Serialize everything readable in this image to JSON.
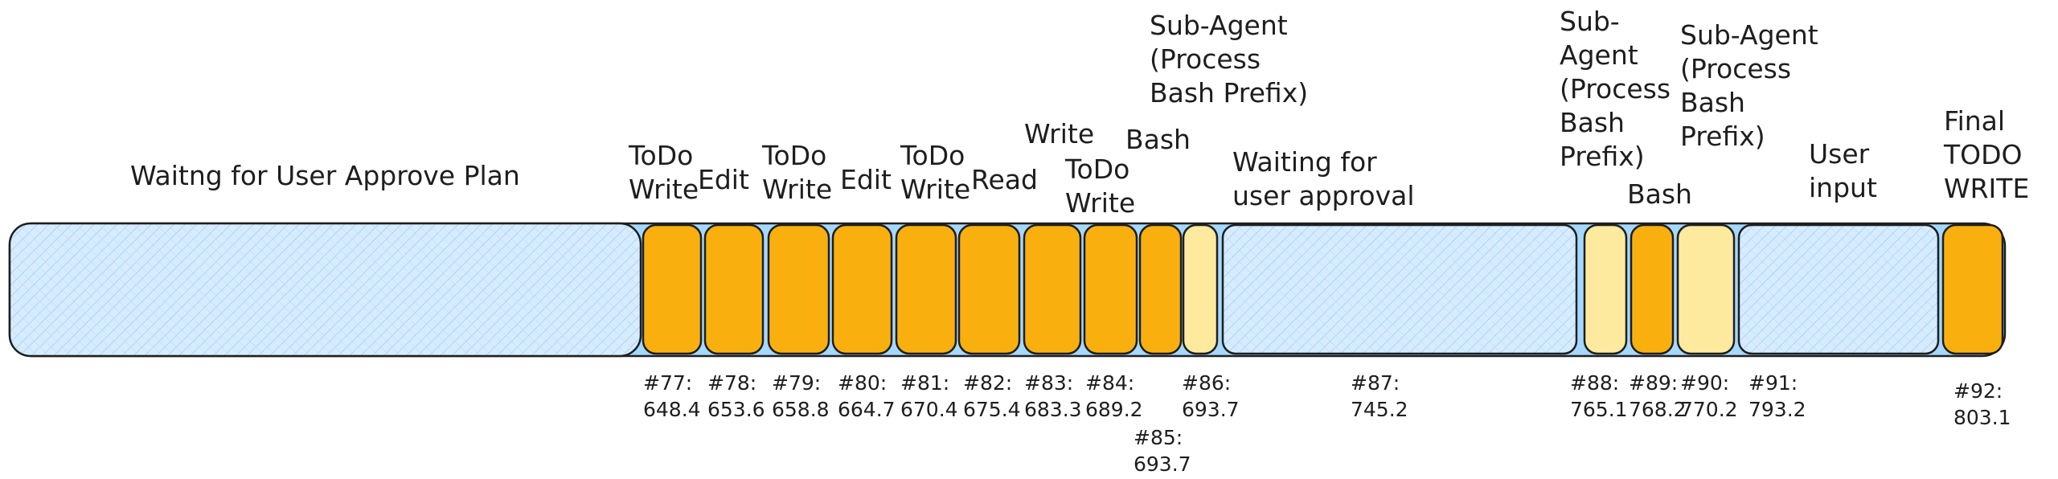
{
  "diagram": {
    "title_label": "Waitng for User Approve Plan",
    "segments": [
      {
        "id": "wait-plan",
        "kind": "wait",
        "label": [
          "Waitng for User Approve Plan"
        ],
        "id_label": []
      },
      {
        "id": "s77",
        "kind": "tool",
        "label": [
          "ToDo",
          "Write"
        ],
        "id_label": [
          "#77:",
          "648.4"
        ]
      },
      {
        "id": "s78",
        "kind": "tool",
        "label": [
          "Edit"
        ],
        "id_label": [
          "#78:",
          "653.6"
        ]
      },
      {
        "id": "s79",
        "kind": "tool",
        "label": [
          "ToDo",
          "Write"
        ],
        "id_label": [
          "#79:",
          "658.8"
        ]
      },
      {
        "id": "s80",
        "kind": "tool",
        "label": [
          "Edit"
        ],
        "id_label": [
          "#80:",
          "664.7"
        ]
      },
      {
        "id": "s81",
        "kind": "tool",
        "label": [
          "ToDo",
          "Write"
        ],
        "id_label": [
          "#81:",
          "670.4"
        ]
      },
      {
        "id": "s82",
        "kind": "tool",
        "label": [
          "Read"
        ],
        "id_label": [
          "#82:",
          "675.4"
        ]
      },
      {
        "id": "s83",
        "kind": "tool",
        "label": [
          "Write"
        ],
        "id_label": [
          "#83:",
          "683.3"
        ]
      },
      {
        "id": "s84",
        "kind": "tool",
        "label": [
          "ToDo",
          "Write"
        ],
        "id_label": [
          "#84:",
          "689.2"
        ]
      },
      {
        "id": "s85",
        "kind": "tool",
        "label": [
          "Bash"
        ],
        "id_label": [
          "#85:",
          "693.7"
        ]
      },
      {
        "id": "s86",
        "kind": "subagent",
        "label": [
          "Sub-Agent",
          "(Process",
          "Bash Prefix)"
        ],
        "id_label": [
          "#86:",
          "693.7"
        ]
      },
      {
        "id": "s87",
        "kind": "wait",
        "label": [
          "Waiting for",
          "user approval"
        ],
        "id_label": [
          "#87:",
          "745.2"
        ]
      },
      {
        "id": "s88",
        "kind": "subagent",
        "label": [
          "Sub-",
          "Agent",
          "(Process",
          "Bash",
          "Prefix)"
        ],
        "id_label": [
          "#88:",
          "765.1"
        ]
      },
      {
        "id": "s89",
        "kind": "tool",
        "label": [
          "Bash"
        ],
        "id_label": [
          "#89:",
          "768.2"
        ]
      },
      {
        "id": "s90",
        "kind": "subagent",
        "label": [
          "Sub-Agent",
          "(Process",
          "Bash",
          "Prefix)"
        ],
        "id_label": [
          "#90:",
          "770.2"
        ]
      },
      {
        "id": "s91",
        "kind": "wait",
        "label": [
          "User",
          "input"
        ],
        "id_label": [
          "#91:",
          "793.2"
        ]
      },
      {
        "id": "s92",
        "kind": "tool",
        "label": [
          "Final",
          "TODO",
          "WRITE"
        ],
        "id_label": [
          "#92:",
          "803.1"
        ]
      }
    ],
    "colors": {
      "track_fill": "#a5d8ff",
      "tool_fill": "#f9b00f",
      "subagent_fill": "#fdea9e",
      "wait_fill": "#c9e6ff",
      "stroke": "#1e1e1e",
      "text": "#1e1e1e"
    }
  }
}
